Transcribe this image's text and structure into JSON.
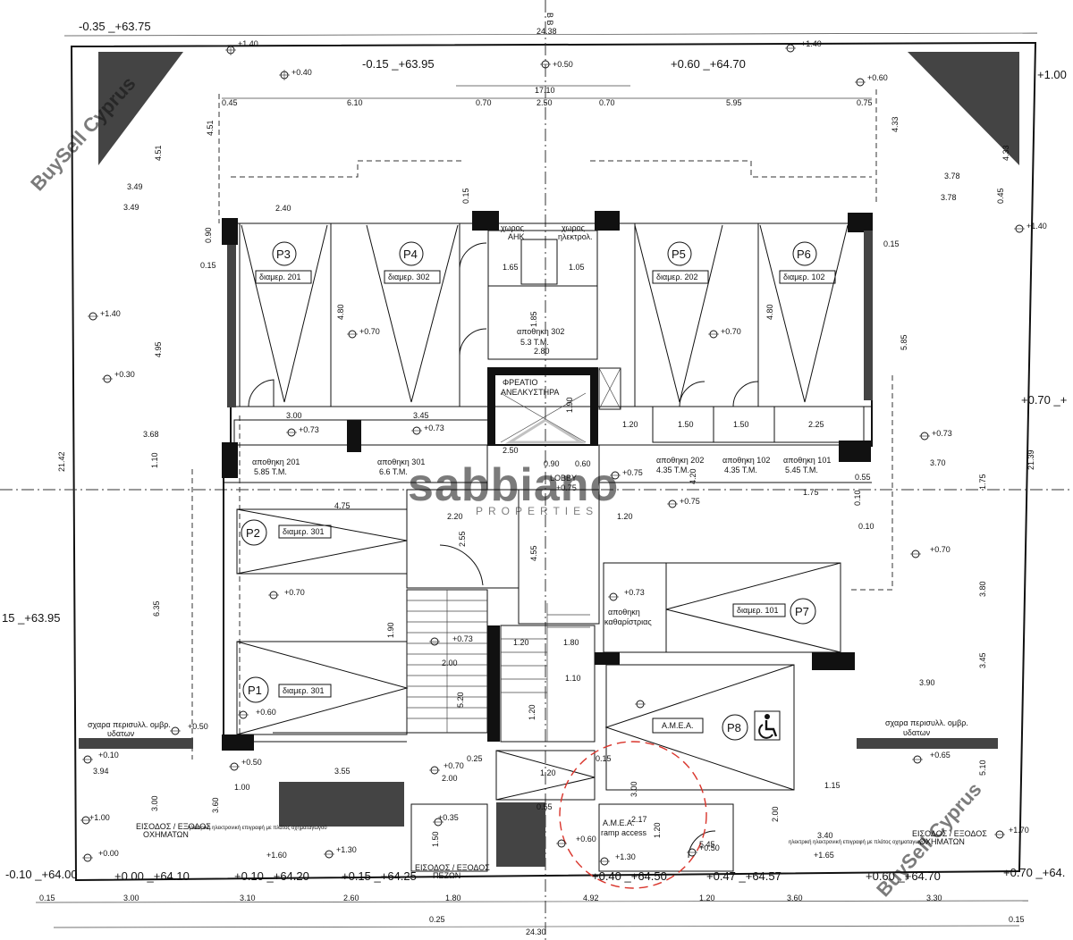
{
  "watermarks": {
    "buysell": "BuySell Cyprus",
    "brand_main": "sabbiano",
    "brand_sub": "PROPERTIES"
  },
  "levels_top": {
    "left": "-0.35 _+63.75",
    "mid_left": "-0.15 _+63.95",
    "mid_right": "+0.60 _+64.70",
    "right": "+1.00"
  },
  "levels_left": {
    "mid": "15 _+63.95"
  },
  "levels_right": {
    "mid": "+0.70 _+"
  },
  "levels_bottom": [
    "-0.10 _+64.00",
    "+0.00 _+64.10",
    "+0.10 _+64.20",
    "+0.15 _+64.25",
    "+0.40 _+64.50",
    "+0.47 _+64.57",
    "+0.60 _+64.70",
    "+0.70 _+64."
  ],
  "spot_levels": {
    "a": "+1.40",
    "b": "+0.40",
    "c": "+0.50",
    "d": "+1.40",
    "e": "+0.60",
    "f": "+1.40",
    "g": "+0.30",
    "h": "+0.70",
    "i": "+0.70",
    "j": "+1.40",
    "k": "+0.73",
    "l": "+0.73",
    "m": "+0.73",
    "n": "+0.75",
    "o": "+0.70",
    "p": "+0.73",
    "q": "+0.75",
    "r": "+0.70",
    "s": "+0.60",
    "t": "+0.50",
    "u": "+0.10",
    "v": "+0.00",
    "w": "+0.50",
    "x": "+0.70",
    "y": "+0.35",
    "z": "+1.30",
    "aa": "+1.00",
    "ab": "+1.60",
    "ac": "+0.65",
    "ad": "+1.70",
    "ae": "+1.30",
    "af": "+0.50",
    "ag": "+0.60",
    "ah": "+1.65",
    "ai": "+0.73"
  },
  "dims_top": [
    "24.38",
    "17.10",
    "6.10",
    "0.70",
    "2.50",
    "0.70",
    "5.95",
    "0.75",
    "0.45"
  ],
  "dims_bottom": [
    "0.15",
    "3.00",
    "3.10",
    "2.60",
    "1.80",
    "4.92",
    "1.20",
    "3.60",
    "3.30",
    "0.25",
    "24.30",
    "0.15"
  ],
  "dims_side": [
    "21.42",
    "21.39",
    "4.51",
    "4.51",
    "4.33",
    "4.33",
    "3.49",
    "3.49",
    "3.78",
    "3.78",
    "0.90",
    "0.15",
    "4.95",
    "3.68",
    "1.10",
    "6.35",
    "3.94",
    "3.00",
    "5.85",
    "0.45",
    "0.15",
    "3.70",
    "1.75",
    "3.80",
    "3.45",
    "3.90",
    "5.10",
    "0.10",
    "0.10",
    "0.55"
  ],
  "dims_inner": [
    "2.40",
    "4.80",
    "4.80",
    "3.00",
    "3.45",
    "1.20",
    "1.50",
    "1.50",
    "2.25",
    "0.15",
    "1.65",
    "1.05",
    "1.85",
    "2.80",
    "1.90",
    "2.50",
    "0.90",
    "0.60",
    "1.20",
    "2.20",
    "2.55",
    "4.55",
    "4.20",
    "1.75",
    "4.75",
    "1.90",
    "2.00",
    "5.20",
    "1.20",
    "1.10",
    "1.80",
    "3.55",
    "1.00",
    "3.60",
    "0.25",
    "1.20",
    "2.00",
    "1.20",
    "1.50",
    "3.00",
    "2.17",
    "1.20",
    "5.45",
    "2.00",
    "3.40",
    "1.15",
    "0.15",
    "0.55"
  ],
  "parking": [
    {
      "code": "P3",
      "owner": "διαμερ. 201"
    },
    {
      "code": "P4",
      "owner": "διαμερ. 302"
    },
    {
      "code": "P5",
      "owner": "διαμερ. 202"
    },
    {
      "code": "P6",
      "owner": "διαμερ. 102"
    },
    {
      "code": "P2",
      "owner": "διαμερ. 301"
    },
    {
      "code": "P1",
      "owner": "διαμερ. 301"
    },
    {
      "code": "P7",
      "owner": "διαμερ. 101"
    },
    {
      "code": "P8",
      "owner": "A.M.E.A."
    }
  ],
  "storages": [
    {
      "name": "αποθηκη 201",
      "area": "5.85 T.M."
    },
    {
      "name": "αποθηκη 301",
      "area": "6.6 T.M."
    },
    {
      "name": "αποθηκη 202",
      "area": "4.35 T.M."
    },
    {
      "name": "αποθηκη 102",
      "area": "4.35 T.M."
    },
    {
      "name": "αποθηκη 101",
      "area": "5.45 T.M."
    },
    {
      "name": "αποθηκη 302",
      "area": "5.3 T.M."
    }
  ],
  "rooms": {
    "elevator_1": "ΦΡΕΑΤΙΟ",
    "elevator_2": "ΑΝΕΛΚΥΣΤΗΡΑ",
    "lobby": "LOBBY",
    "lobby_level": "+0.75",
    "ahk_1": "χωρος",
    "ahk_2": "ΑΗΚ",
    "el_1": "χωρος",
    "el_2": "ηλεκτρολ.",
    "cleaner_1": "αποθηκη",
    "cleaner_2": "καθαρίστριας",
    "ramp_1": "Α.Μ.Ε.Α.",
    "ramp_2": "ramp access"
  },
  "notes": {
    "grate_left_1": "σχαρα περισυλλ. ομβρ.",
    "grate_left_2": "υδατων",
    "grate_right_1": "σχαρα περισυλλ. ομβρ.",
    "grate_right_2": "υδατων",
    "entry_left_1": "ΕΙΣΟΔΟΣ / ΕΞΟΔΟΣ",
    "entry_left_2": "ΟΧΗΜΑΤΩΝ",
    "entry_mid_1": "ΕΙΣΟΔΟΣ / ΕΞΟΔΟΣ",
    "entry_mid_2": "ΠΕΖΩΝ",
    "entry_right_1": "ΕΙΣΟΔΟΣ / ΕΞΟΔΟΣ",
    "entry_right_2": "ΟΧΗΜΑΤΩΝ",
    "small_left": "ηλεκτρική ηλεκτρονική επιγραφή με πλάτος οχηματαγωγού",
    "small_right": "ηλεκτρική ηλεκτρονική επιγραφή με πλάτος οχηματαγωγού",
    "axis_top": "B B"
  },
  "colors": {
    "ink": "#111111",
    "hatch": "#444444",
    "watermark": "#9a9a9a",
    "ramp_circle": "#d9342b"
  }
}
